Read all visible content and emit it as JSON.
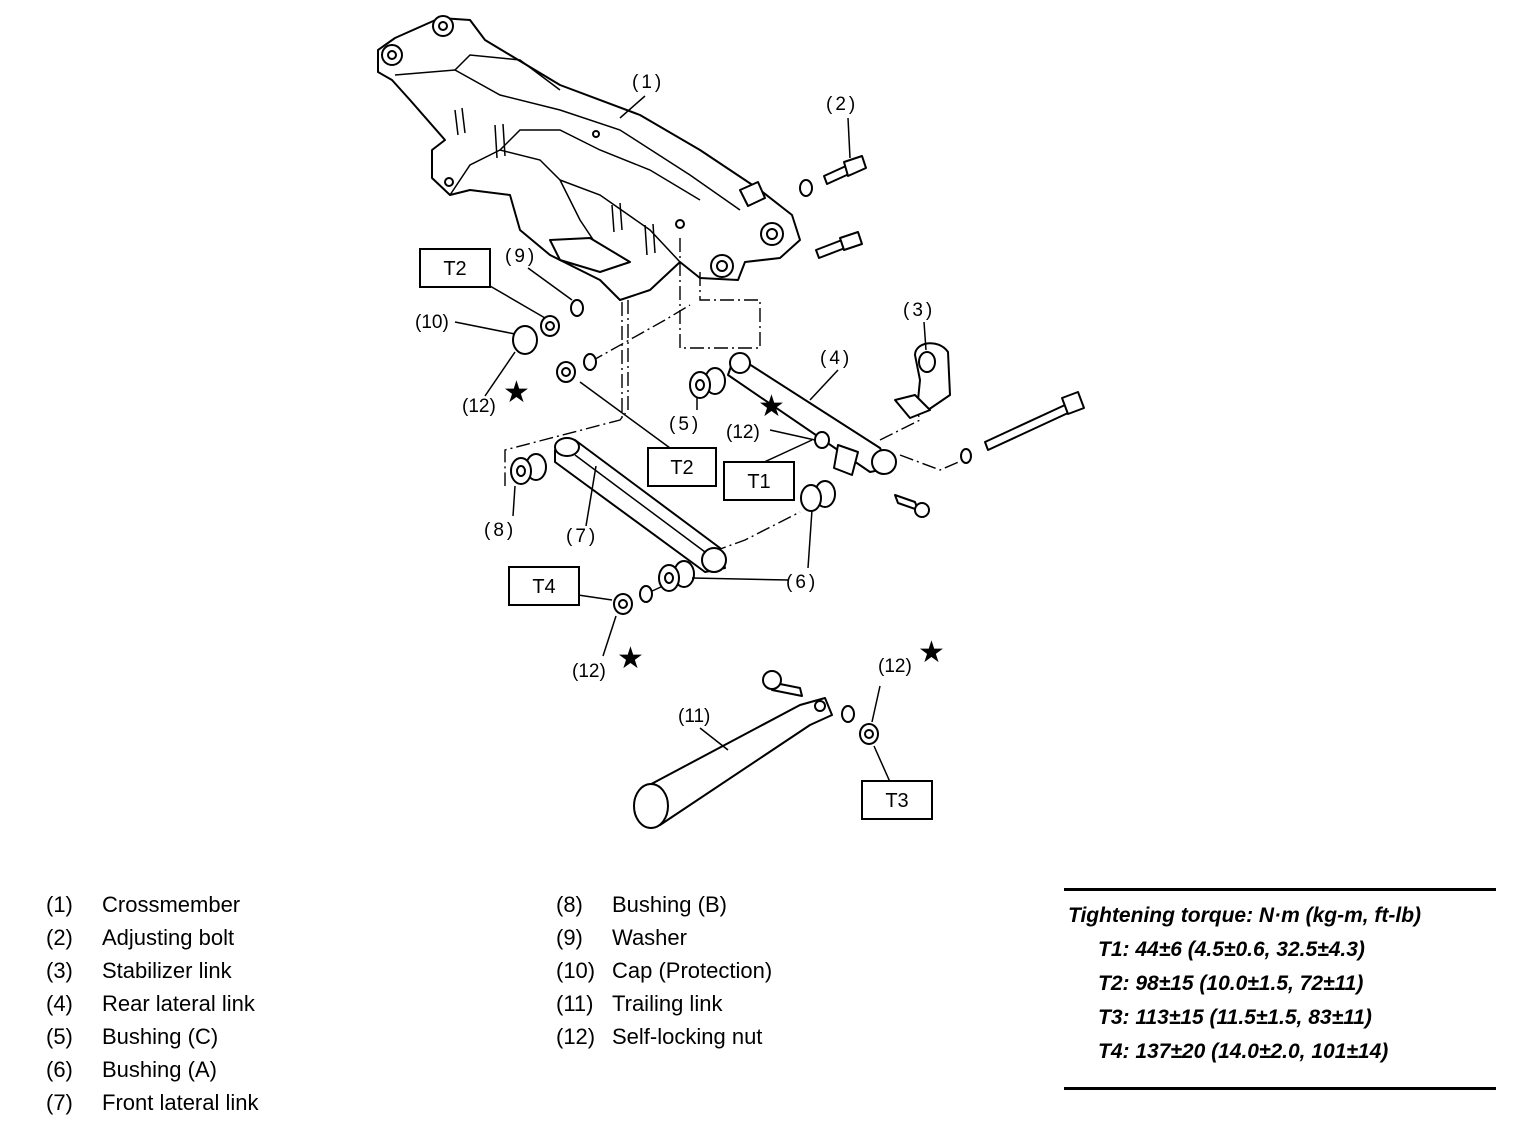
{
  "diagram": {
    "callouts": {
      "c1": "(1)",
      "c2": "(2)",
      "c3": "(3)",
      "c4": "(4)",
      "c5": "(5)",
      "c6": "(6)",
      "c7": "(7)",
      "c8": "(8)",
      "c9": "(9)",
      "c10": "(10)",
      "c11": "(11)",
      "c12a": "(12)",
      "c12b": "(12)",
      "c12c": "(12)",
      "c12d": "(12)"
    },
    "torque_boxes": {
      "t2a": "T2",
      "t2b": "T2",
      "t1": "T1",
      "t4": "T4",
      "t3": "T3"
    },
    "star_symbol": "★"
  },
  "legend": {
    "left": [
      {
        "num": "(1)",
        "name": "Crossmember"
      },
      {
        "num": "(2)",
        "name": "Adjusting bolt"
      },
      {
        "num": "(3)",
        "name": "Stabilizer link"
      },
      {
        "num": "(4)",
        "name": "Rear lateral link"
      },
      {
        "num": "(5)",
        "name": "Bushing (C)"
      },
      {
        "num": "(6)",
        "name": "Bushing (A)"
      },
      {
        "num": "(7)",
        "name": "Front lateral link"
      }
    ],
    "middle": [
      {
        "num": "(8)",
        "name": "Bushing (B)"
      },
      {
        "num": "(9)",
        "name": "Washer"
      },
      {
        "num": "(10)",
        "name": "Cap (Protection)"
      },
      {
        "num": "(11)",
        "name": "Trailing link"
      },
      {
        "num": "(12)",
        "name": "Self-locking nut"
      }
    ]
  },
  "torque": {
    "title": "Tightening torque: N·m (kg-m, ft-lb)",
    "rows": [
      "T1: 44±6 (4.5±0.6, 32.5±4.3)",
      "T2: 98±15 (10.0±1.5, 72±11)",
      "T3: 113±15 (11.5±1.5, 83±11)",
      "T4: 137±20 (14.0±2.0, 101±14)"
    ]
  }
}
